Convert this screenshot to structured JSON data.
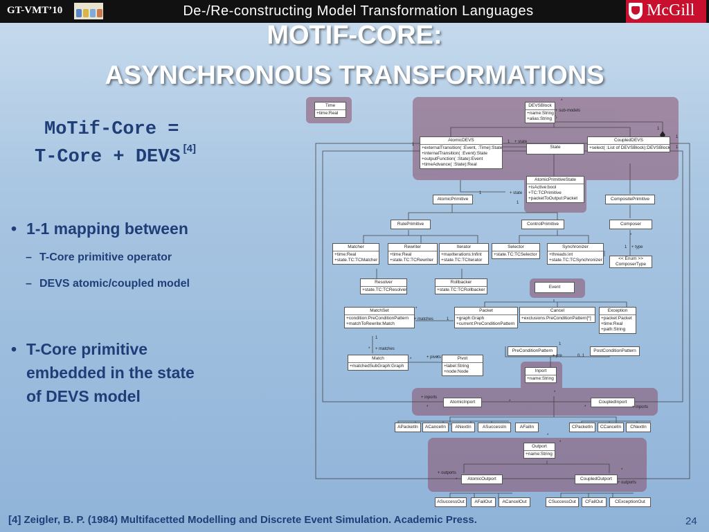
{
  "header": {
    "conference": "GT-VMT’10",
    "title": "De-/Re-constructing Model Transformation Languages",
    "university": "McGill"
  },
  "slide": {
    "title_line1": "MOTIF-CORE:",
    "title_line2": "ASYNCHRONOUS TRANSFORMATIONS",
    "equation_line1": "MoTif-Core =",
    "equation_line2": "T-Core + DEVS",
    "equation_ref": "[4]",
    "bullet_marker": "•",
    "sub_marker": "–",
    "bullets": [
      {
        "text": "1-1 mapping between",
        "subs": [
          "T-Core primitive operator",
          "DEVS atomic/coupled model"
        ]
      },
      {
        "text_lines": [
          "T-Core primitive",
          "embedded in the state",
          "of DEVS model"
        ]
      }
    ],
    "footer": "[4] Zeigler, B. P. (1984) Multifacetted Modelling and Discrete Event Simulation. Academic Press.",
    "slide_number": "24"
  },
  "diagram": {
    "classes": {
      "time": {
        "name": "Time",
        "attrs": [
          "+time:Real"
        ]
      },
      "devsblock": {
        "name": "DEVSBlock",
        "attrs": [
          "+name:String",
          "+alias:String"
        ]
      },
      "atomicdevs": {
        "name": "AtomicDEVS",
        "attrs": [
          "+externalTransition( :Event, :Time):State",
          "+internalTransition( :Event):State",
          "+outputFunction( :State):Event",
          "+timeAdvance( :State):Real"
        ]
      },
      "state": {
        "name": "State"
      },
      "coupleddevs": {
        "name": "CoupledDEVS",
        "attrs": [
          "+select( :List of DEVSBlock):DEVSBlock"
        ]
      },
      "atomicprimstate": {
        "name": "AtomicPrimitiveState",
        "attrs": [
          "+isActive:bool",
          "+TC:TCPrimitive",
          "+packetToOutput:Packet"
        ]
      },
      "atomicprimitive": {
        "name": "AtomicPrimitive"
      },
      "compositeprimitive": {
        "name": "CompositePrimitive"
      },
      "ruleprimitive": {
        "name": "RulePrimitive"
      },
      "controlprimitive": {
        "name": "ControlPrimitive"
      },
      "composer": {
        "name": "Composer"
      },
      "matcher": {
        "name": "Matcher",
        "attrs": [
          "+time:Real",
          "+state.TC:TCMatcher"
        ]
      },
      "rewriter": {
        "name": "Rewriter",
        "attrs": [
          "+time:Real",
          "+state.TC:TCRewriter"
        ]
      },
      "iterator": {
        "name": "Iterator",
        "attrs": [
          "+maxIterations:Infint",
          "+state.TC:TCIterator"
        ]
      },
      "selector": {
        "name": "Selector",
        "attrs": [
          "+state.TC:TCSelector"
        ]
      },
      "synchronizer": {
        "name": "Synchronizer",
        "attrs": [
          "+threads:int",
          "+state.TC:TCSynchronizer"
        ]
      },
      "composertype": {
        "name": "<< Enum >>",
        "attrs": [
          "ComposerType"
        ]
      },
      "resolver": {
        "name": "Resolver",
        "attrs": [
          "+state.TC:TCResolver"
        ]
      },
      "rollbacker": {
        "name": "Rollbacker",
        "attrs": [
          "+state.TC:TCRollbacker"
        ]
      },
      "event": {
        "name": "Event"
      },
      "matchset": {
        "name": "MatchSet",
        "attrs": [
          "+condition:PreConditionPattern",
          "+matchToRewrite:Match"
        ]
      },
      "packet": {
        "name": "Packet",
        "attrs": [
          "+graph:Graph",
          "+current:PreConditionPattern"
        ]
      },
      "cancel": {
        "name": "Cancel",
        "attrs": [
          "+exclusions:PreConditionPattern[*]"
        ]
      },
      "exception": {
        "name": "Exception",
        "attrs": [
          "+packet:Packet",
          "+time:Real",
          "+path:String"
        ]
      },
      "preconditionpattern": {
        "name": "PreConditionPattern"
      },
      "postconditionpattern": {
        "name": "PostConditionPattern"
      },
      "match": {
        "name": "Match",
        "attrs": [
          "+matchedSubGraph:Graph"
        ]
      },
      "pivot": {
        "name": "Pivot",
        "attrs": [
          "+label:String",
          "+node:Node"
        ]
      },
      "inport": {
        "name": "Inport",
        "attrs": [
          "+name:String"
        ]
      },
      "atomicinport": {
        "name": "AtomicInport"
      },
      "coupledinport": {
        "name": "CoupledInport"
      },
      "outport": {
        "name": "Outport",
        "attrs": [
          "+name:String"
        ]
      },
      "atomicoutport": {
        "name": "AtomicOutport"
      },
      "coupledoutport": {
        "name": "CoupledOutport"
      }
    },
    "inports": [
      "APacketIn",
      "ACancelIn",
      "ANextIn",
      "ASuccessIn",
      "AFailIn",
      "CPacketIn",
      "CCancelIn",
      "CNextIn"
    ],
    "outports": [
      "ASuccessOut",
      "AFailOut",
      "ACancelOut",
      "CSuccessOut",
      "CFailOut",
      "CExceptionOut"
    ],
    "labels": {
      "sub_models": "+ sub-models",
      "state": "+ state",
      "type": "+ type",
      "matches": "+ matches",
      "pivots": "+ pivots",
      "pre": "+ pre",
      "inports": "+ inports",
      "outports": "+ outports",
      "one": "1",
      "many": "*",
      "zero_one": "0..1"
    }
  },
  "colors": {
    "text_blue": "#1f3e78",
    "highlight": "#8a4f6a",
    "mcgill_red": "#c8102e"
  }
}
